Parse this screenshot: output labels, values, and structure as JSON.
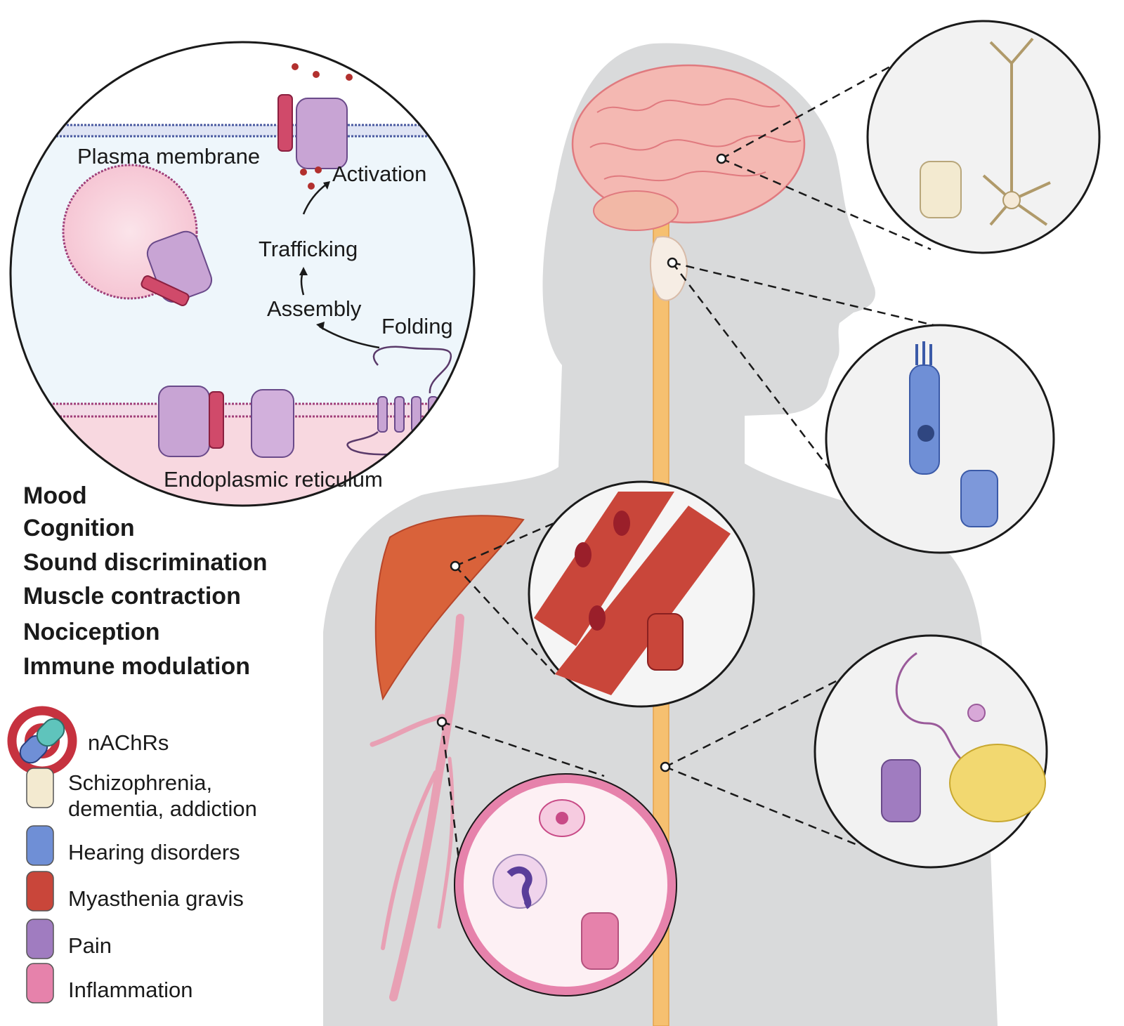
{
  "inset": {
    "labels": {
      "plasma_membrane": "Plasma membrane",
      "activation": "Activation",
      "trafficking": "Trafficking",
      "assembly": "Assembly",
      "folding": "Folding",
      "endoplasmic_reticulum": "Endoplasmic reticulum"
    }
  },
  "functions": [
    "Mood",
    "Cognition",
    "Sound discrimination",
    "Muscle contraction",
    "Nociception",
    "Immune modulation"
  ],
  "legend": {
    "drug_label": "nAChRs",
    "items": [
      {
        "label_line1": "Schizophrenia,",
        "label_line2": "dementia, addiction",
        "color": "#f3ead0"
      },
      {
        "label_line1": "Hearing disorders",
        "label_line2": "",
        "color": "#6f8fd6"
      },
      {
        "label_line1": "Myasthenia gravis",
        "label_line2": "",
        "color": "#c9463a"
      },
      {
        "label_line1": "Pain",
        "label_line2": "",
        "color": "#a07cc0"
      },
      {
        "label_line1": "Inflammation",
        "label_line2": "",
        "color": "#e682ab"
      }
    ]
  },
  "colors": {
    "silhouette": "#d9dadb",
    "brain": "#f4b8b2",
    "spinal_cord": "#f6c070",
    "muscle": "#d9623a",
    "vessel": "#e8a0b4",
    "prohibit": "#c6323f"
  }
}
